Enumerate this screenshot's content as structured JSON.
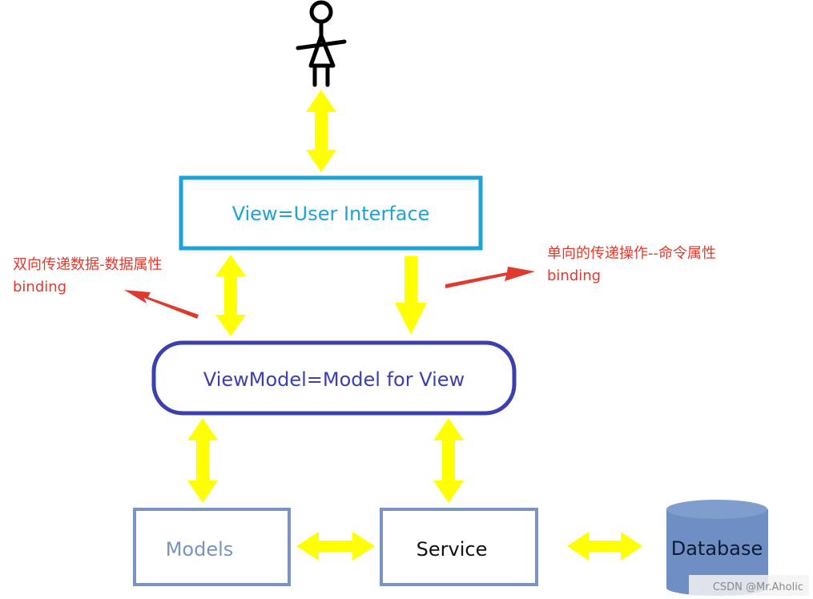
{
  "nodes": {
    "view": {
      "label": "View=User Interface"
    },
    "viewmodel": {
      "label": "ViewModel=Model for View"
    },
    "models": {
      "label": "Models"
    },
    "service": {
      "label": "Service"
    },
    "database": {
      "label": "Database"
    }
  },
  "annotations": {
    "left": {
      "line1": "双向传递数据-数据属性",
      "line2": "binding"
    },
    "right": {
      "line1": "单向的传递操作--命令属性",
      "line2": "binding"
    }
  },
  "watermark": "CSDN @Mr.Aholic",
  "colors": {
    "arrow_yellow": "#ffff00",
    "view_border": "#1ea3d6",
    "view_text": "#1ea3d6",
    "viewmodel_border": "#3b3fb0",
    "viewmodel_text": "#3b3fb0",
    "models_border": "#7a93c2",
    "models_text": "#7a93c2",
    "service_border": "#7a93c2",
    "service_text": "#111111",
    "database_fill": "#6f8fc4",
    "database_text": "#0d1b33",
    "annotation_red": "#e03a2f",
    "person_stroke": "#000000"
  }
}
